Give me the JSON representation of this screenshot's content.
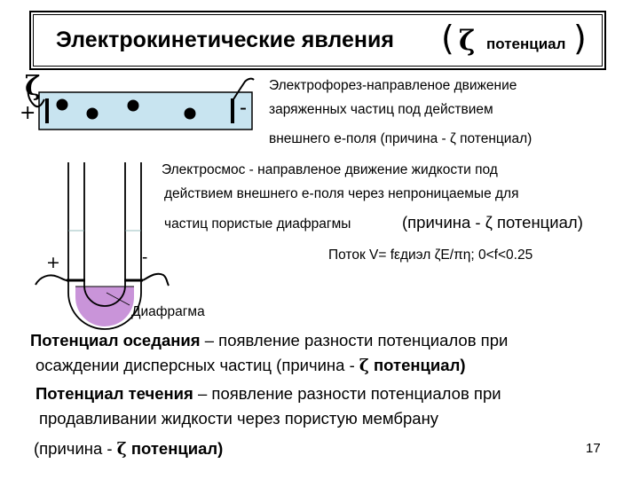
{
  "title": {
    "main": "Электрокинетические явления",
    "paren_open": "(",
    "zeta": "ζ",
    "potential": "потенциал",
    "paren_close": ")"
  },
  "electrophoresis": {
    "line1": "Электрофорез-направленое движение",
    "line2": "заряженных частиц под действием",
    "line3": "внешнего е-поля (причина - ζ потенциал)"
  },
  "electroosmosis": {
    "line1": "Электросмос - направленое движение жидкости под",
    "line2": "действием внешнего е-поля через непроницаемые для",
    "line3_a": "частиц пористые диафрагмы",
    "line3_b": "(причина - ζ потенциал)"
  },
  "flow": {
    "text": "Поток V= fεдиэл ζE/πη;  0<f<0.25"
  },
  "diagram": {
    "zeta_symbol": "ζ",
    "plus_top": "+",
    "minus_top": "-",
    "plus_bottom": "+",
    "minus_bottom": "-",
    "diaphragm_label": "Диафрагма",
    "tube_fill_color": "#c994d9",
    "cell_fill_color": "#c8e4f0"
  },
  "sedimentation": {
    "line1_bold": "Потенциал оседания",
    "line1_rest": " – появление  разности потенциалов при",
    "line2_a": "осаждении дисперсных частиц (причина - ",
    "line2_zeta": "ζ",
    "line2_b": " потенциал)"
  },
  "streaming": {
    "line1_bold": "Потенциал течения",
    "line1_rest": " – появление  разности потенциалов при",
    "line2": "продавливании жидкости через пористую мембрану",
    "line3_a": "(причина - ",
    "line3_zeta": "ζ",
    "line3_b": " потенциал)"
  },
  "slide_number": "17"
}
